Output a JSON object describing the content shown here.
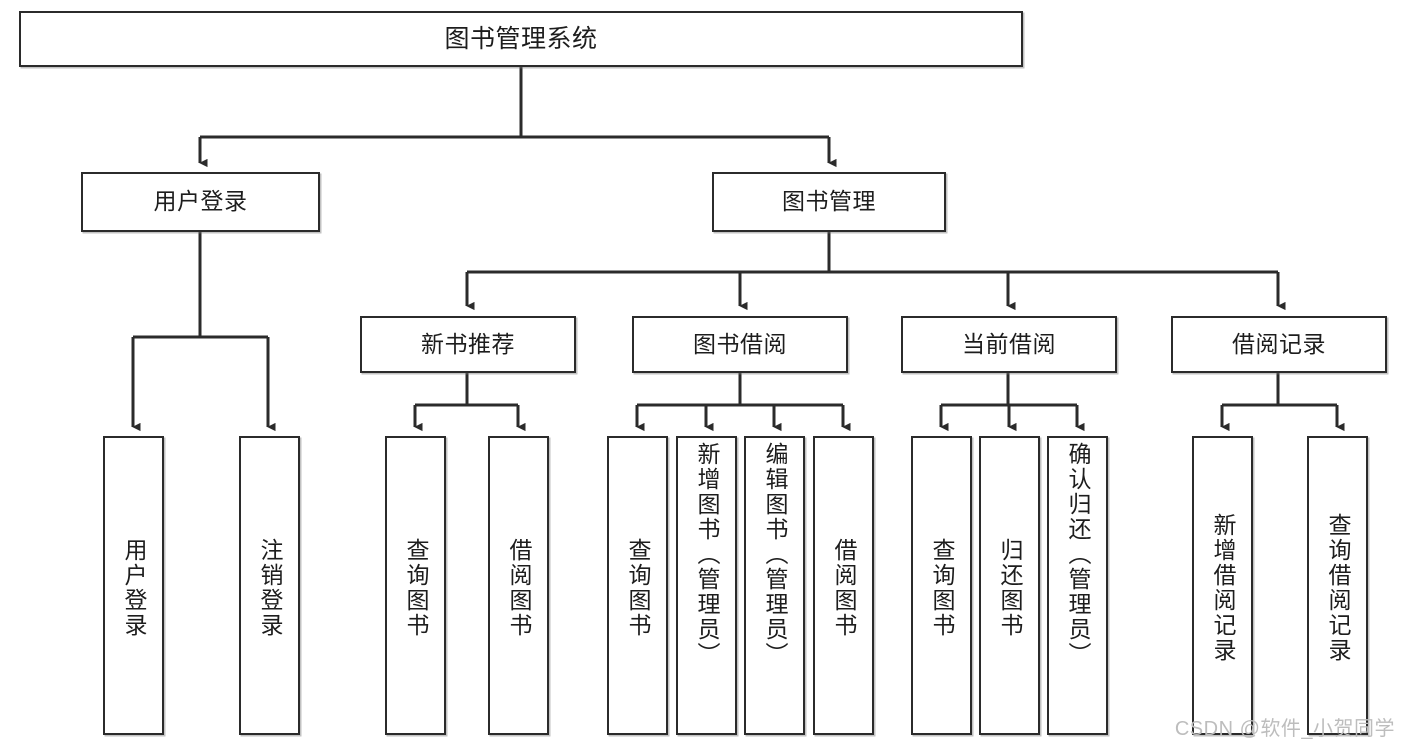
{
  "diagram": {
    "title": "图书管理系统",
    "type": "hierarchy-tree",
    "background_color": "#ffffff",
    "line_color": "#2b2b2b",
    "box_fill": "#ffffff",
    "text_color": "#1d1d1d"
  },
  "watermark": {
    "text": "CSDN @软件_小贺同学",
    "color": "#bdbdbd"
  },
  "nodes": {
    "root": {
      "label": "图书管理系统"
    },
    "level1": [
      {
        "id": "user-login",
        "label": "用户登录"
      },
      {
        "id": "book-management",
        "label": "图书管理"
      }
    ],
    "level2": [
      {
        "id": "new-book-recommend",
        "label": "新书推荐"
      },
      {
        "id": "book-borrow",
        "label": "图书借阅"
      },
      {
        "id": "current-borrow",
        "label": "当前借阅"
      },
      {
        "id": "borrow-record",
        "label": "借阅记录"
      }
    ],
    "leaves": {
      "user-login": [
        {
          "id": "leaf-user-login",
          "label": "用户登录"
        },
        {
          "id": "leaf-user-logout",
          "label": "注销登录"
        }
      ],
      "new-book-recommend": [
        {
          "id": "leaf-query-book-1",
          "label": "查询图书"
        },
        {
          "id": "leaf-borrow-book-1",
          "label": "借阅图书"
        }
      ],
      "book-borrow": [
        {
          "id": "leaf-query-book-2",
          "label": "查询图书"
        },
        {
          "id": "leaf-add-book",
          "label": "新增图书（管理员）"
        },
        {
          "id": "leaf-edit-book",
          "label": "编辑图书（管理员）"
        },
        {
          "id": "leaf-borrow-book-2",
          "label": "借阅图书"
        }
      ],
      "current-borrow": [
        {
          "id": "leaf-query-book-3",
          "label": "查询图书"
        },
        {
          "id": "leaf-return-book",
          "label": "归还图书"
        },
        {
          "id": "leaf-confirm-return",
          "label": "确认归还（管理员）"
        }
      ],
      "borrow-record": [
        {
          "id": "leaf-add-record",
          "label": "新增借阅记录"
        },
        {
          "id": "leaf-query-record",
          "label": "查询借阅记录"
        }
      ]
    }
  }
}
